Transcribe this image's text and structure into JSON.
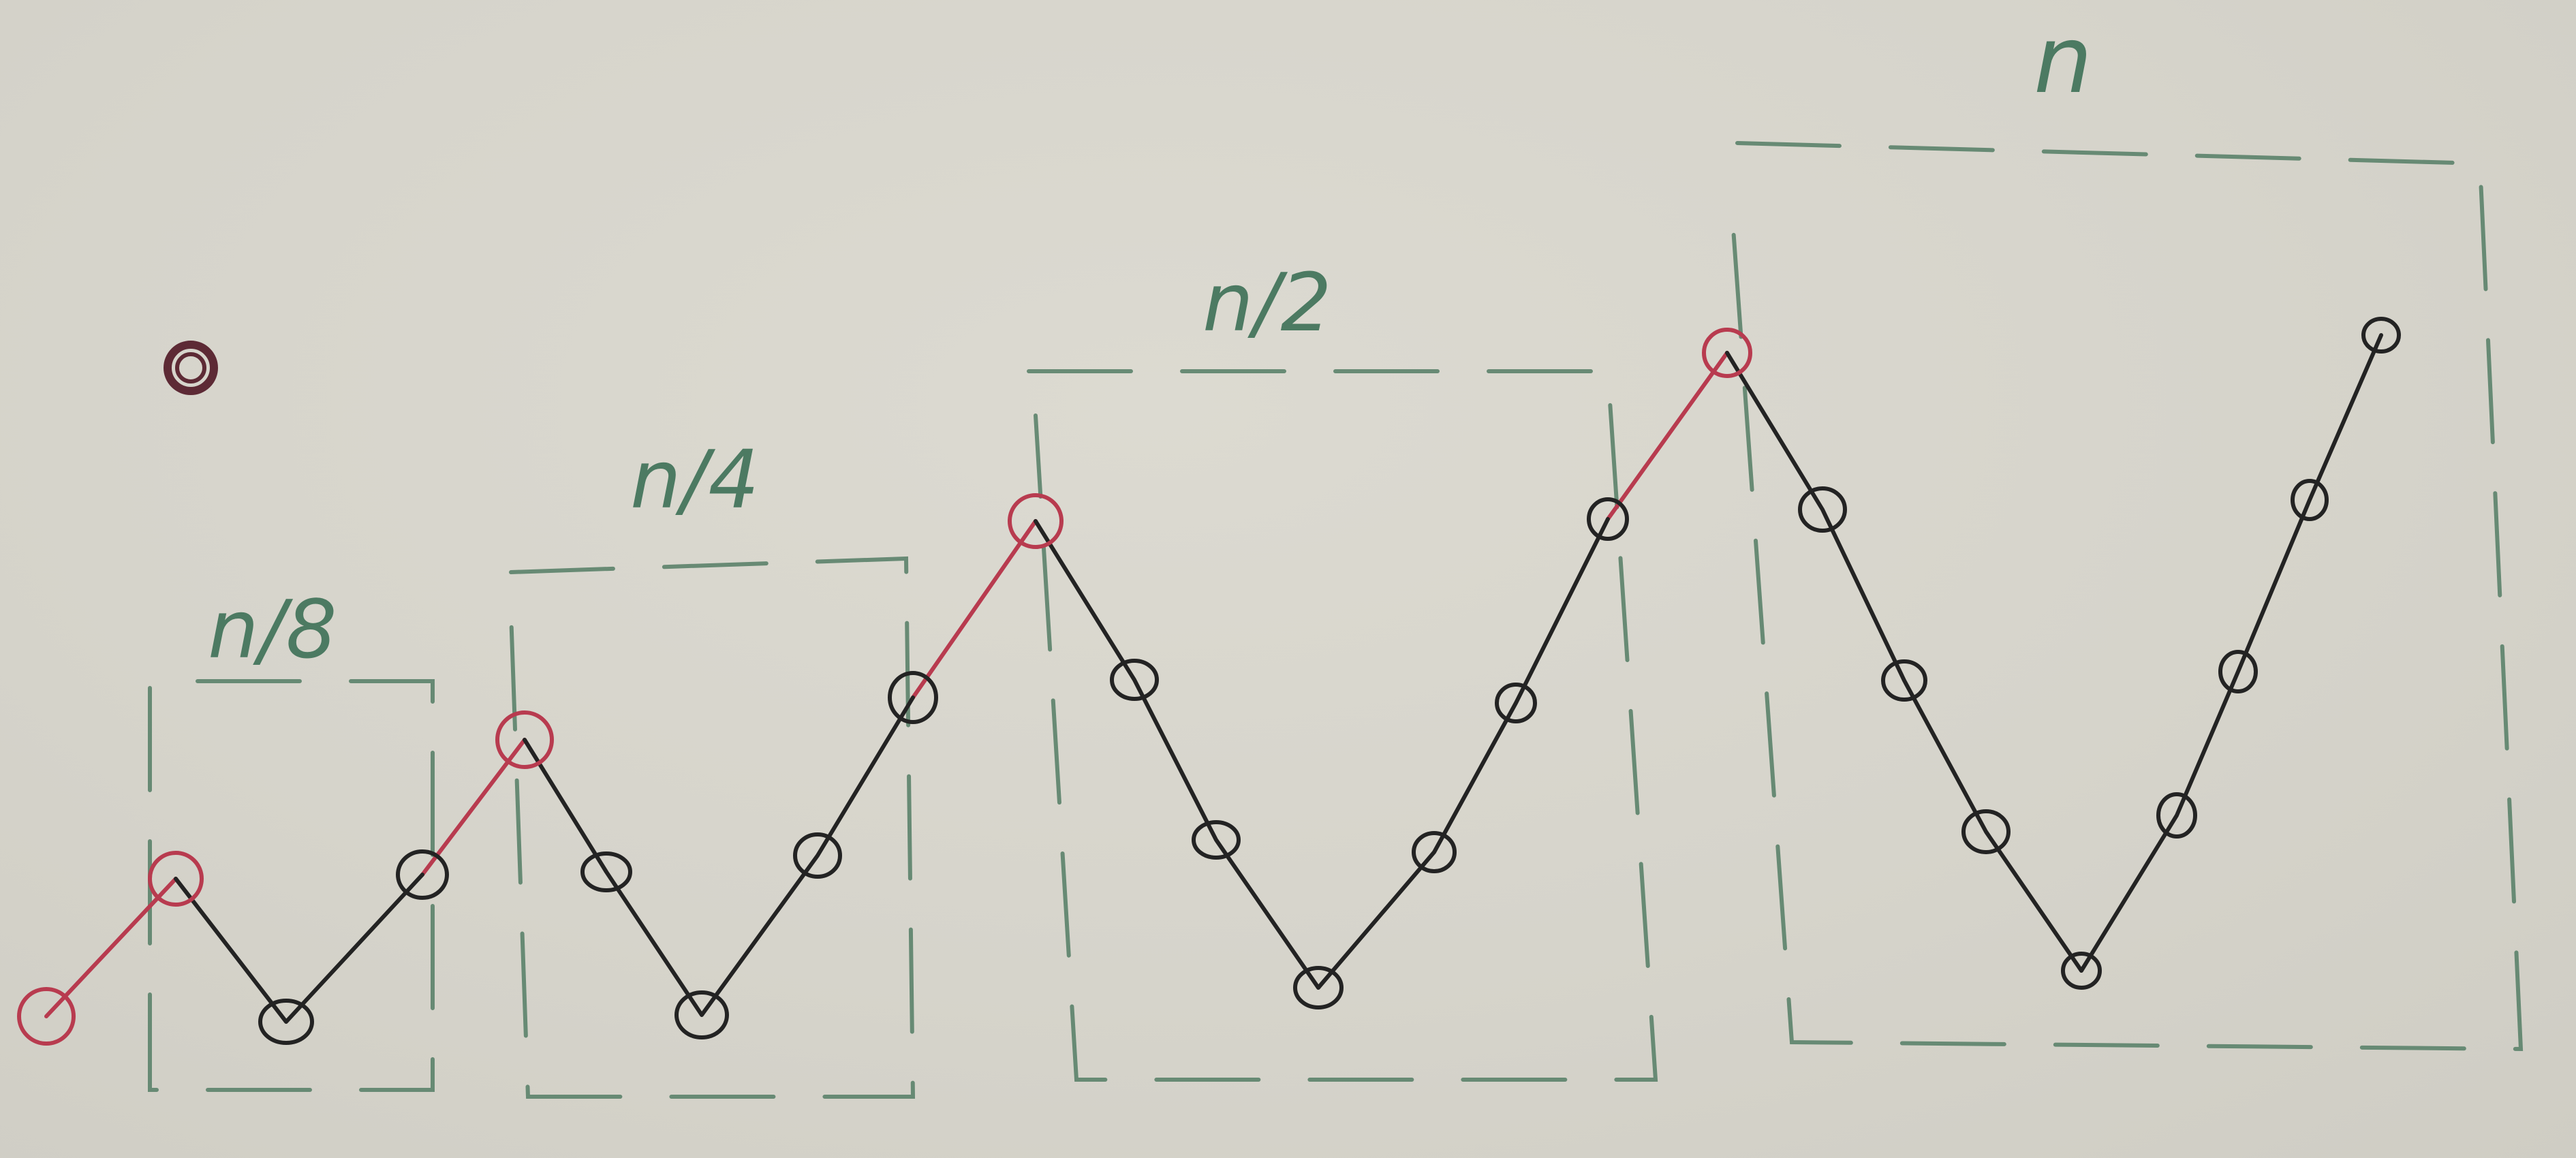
{
  "labels": {
    "n_over_8": "n/8",
    "n_over_4": "n/4",
    "n_over_2": "n/2",
    "n": "n"
  },
  "colors": {
    "paper": "#d8d6cd",
    "box_stroke": "#5b826a",
    "label_text": "#4c7a62",
    "black_path": "#232323",
    "red_path": "#b83b4f",
    "legend_mark": "#5d2a35"
  },
  "icons": {
    "legend_mark": "hand-drawn-circle-icon"
  }
}
